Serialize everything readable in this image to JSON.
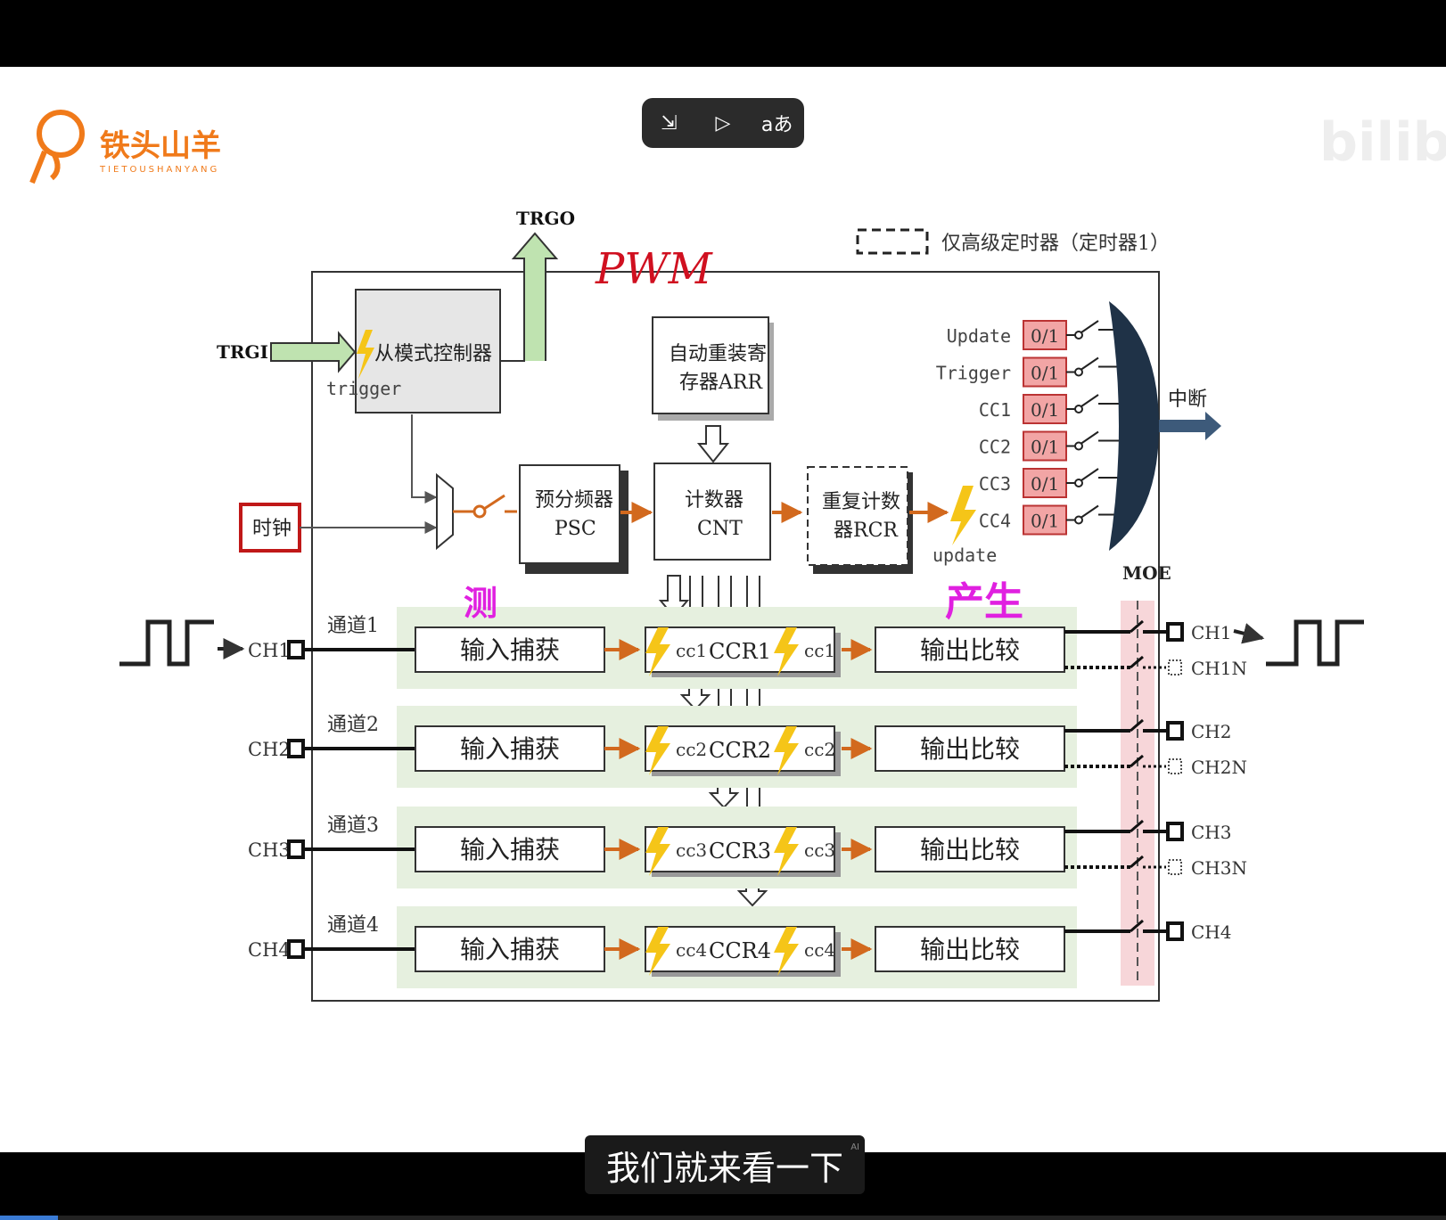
{
  "logo": {
    "name": "铁头山羊",
    "sub": "TIETOUSHANYANG"
  },
  "watermark": "bilibili",
  "controls": {
    "glyph1": "⇲",
    "glyph2": "▷",
    "glyph3": "aあ"
  },
  "subtitle": {
    "text": "我们就来看一下",
    "badge": "AI"
  },
  "progress": 0.04,
  "diagram": {
    "legend": "仅高级定时器（定时器1）",
    "trgo": "TRGO",
    "trgi": "TRGI",
    "trigger": "trigger",
    "slave": "从模式控制器",
    "clock": "时钟",
    "arr": [
      "自动重装寄",
      "存器ARR"
    ],
    "psc": [
      "预分频器",
      "PSC"
    ],
    "cnt": [
      "计数器",
      "CNT"
    ],
    "rcr": [
      "重复计数",
      "器RCR"
    ],
    "update_lbl": "update",
    "interrupt_sources": [
      "Update",
      "Trigger",
      "CC1",
      "CC2",
      "CC3",
      "CC4"
    ],
    "flag": "0/1",
    "interrupt": "中断",
    "moe": "MOE",
    "channels": [
      {
        "label": "通道1",
        "pin": "CH1",
        "ic": "输入捕获",
        "cc": "cc1",
        "ccr": "CCR1",
        "oc": "输出比较",
        "out": "CH1",
        "outn": "CH1N"
      },
      {
        "label": "通道2",
        "pin": "CH2",
        "ic": "输入捕获",
        "cc": "cc2",
        "ccr": "CCR2",
        "oc": "输出比较",
        "out": "CH2",
        "outn": "CH2N"
      },
      {
        "label": "通道3",
        "pin": "CH3",
        "ic": "输入捕获",
        "cc": "cc3",
        "ccr": "CCR3",
        "oc": "输出比较",
        "out": "CH3",
        "outn": "CH3N"
      },
      {
        "label": "通道4",
        "pin": "CH4",
        "ic": "输入捕获",
        "cc": "cc4",
        "ccr": "CCR4",
        "oc": "输出比较",
        "out": "CH4",
        "outn": ""
      }
    ],
    "annot_measure": "测",
    "annot_generate": "产生",
    "annot_pwm": "PWM"
  },
  "colors": {
    "orange_arrow": "#d2691e",
    "green_band": "#e6f0df",
    "pink_flag": "#f2a5a5",
    "moe_band": "#f7d6d9",
    "magenta": "#e020e0",
    "red_pen": "#d01020"
  }
}
